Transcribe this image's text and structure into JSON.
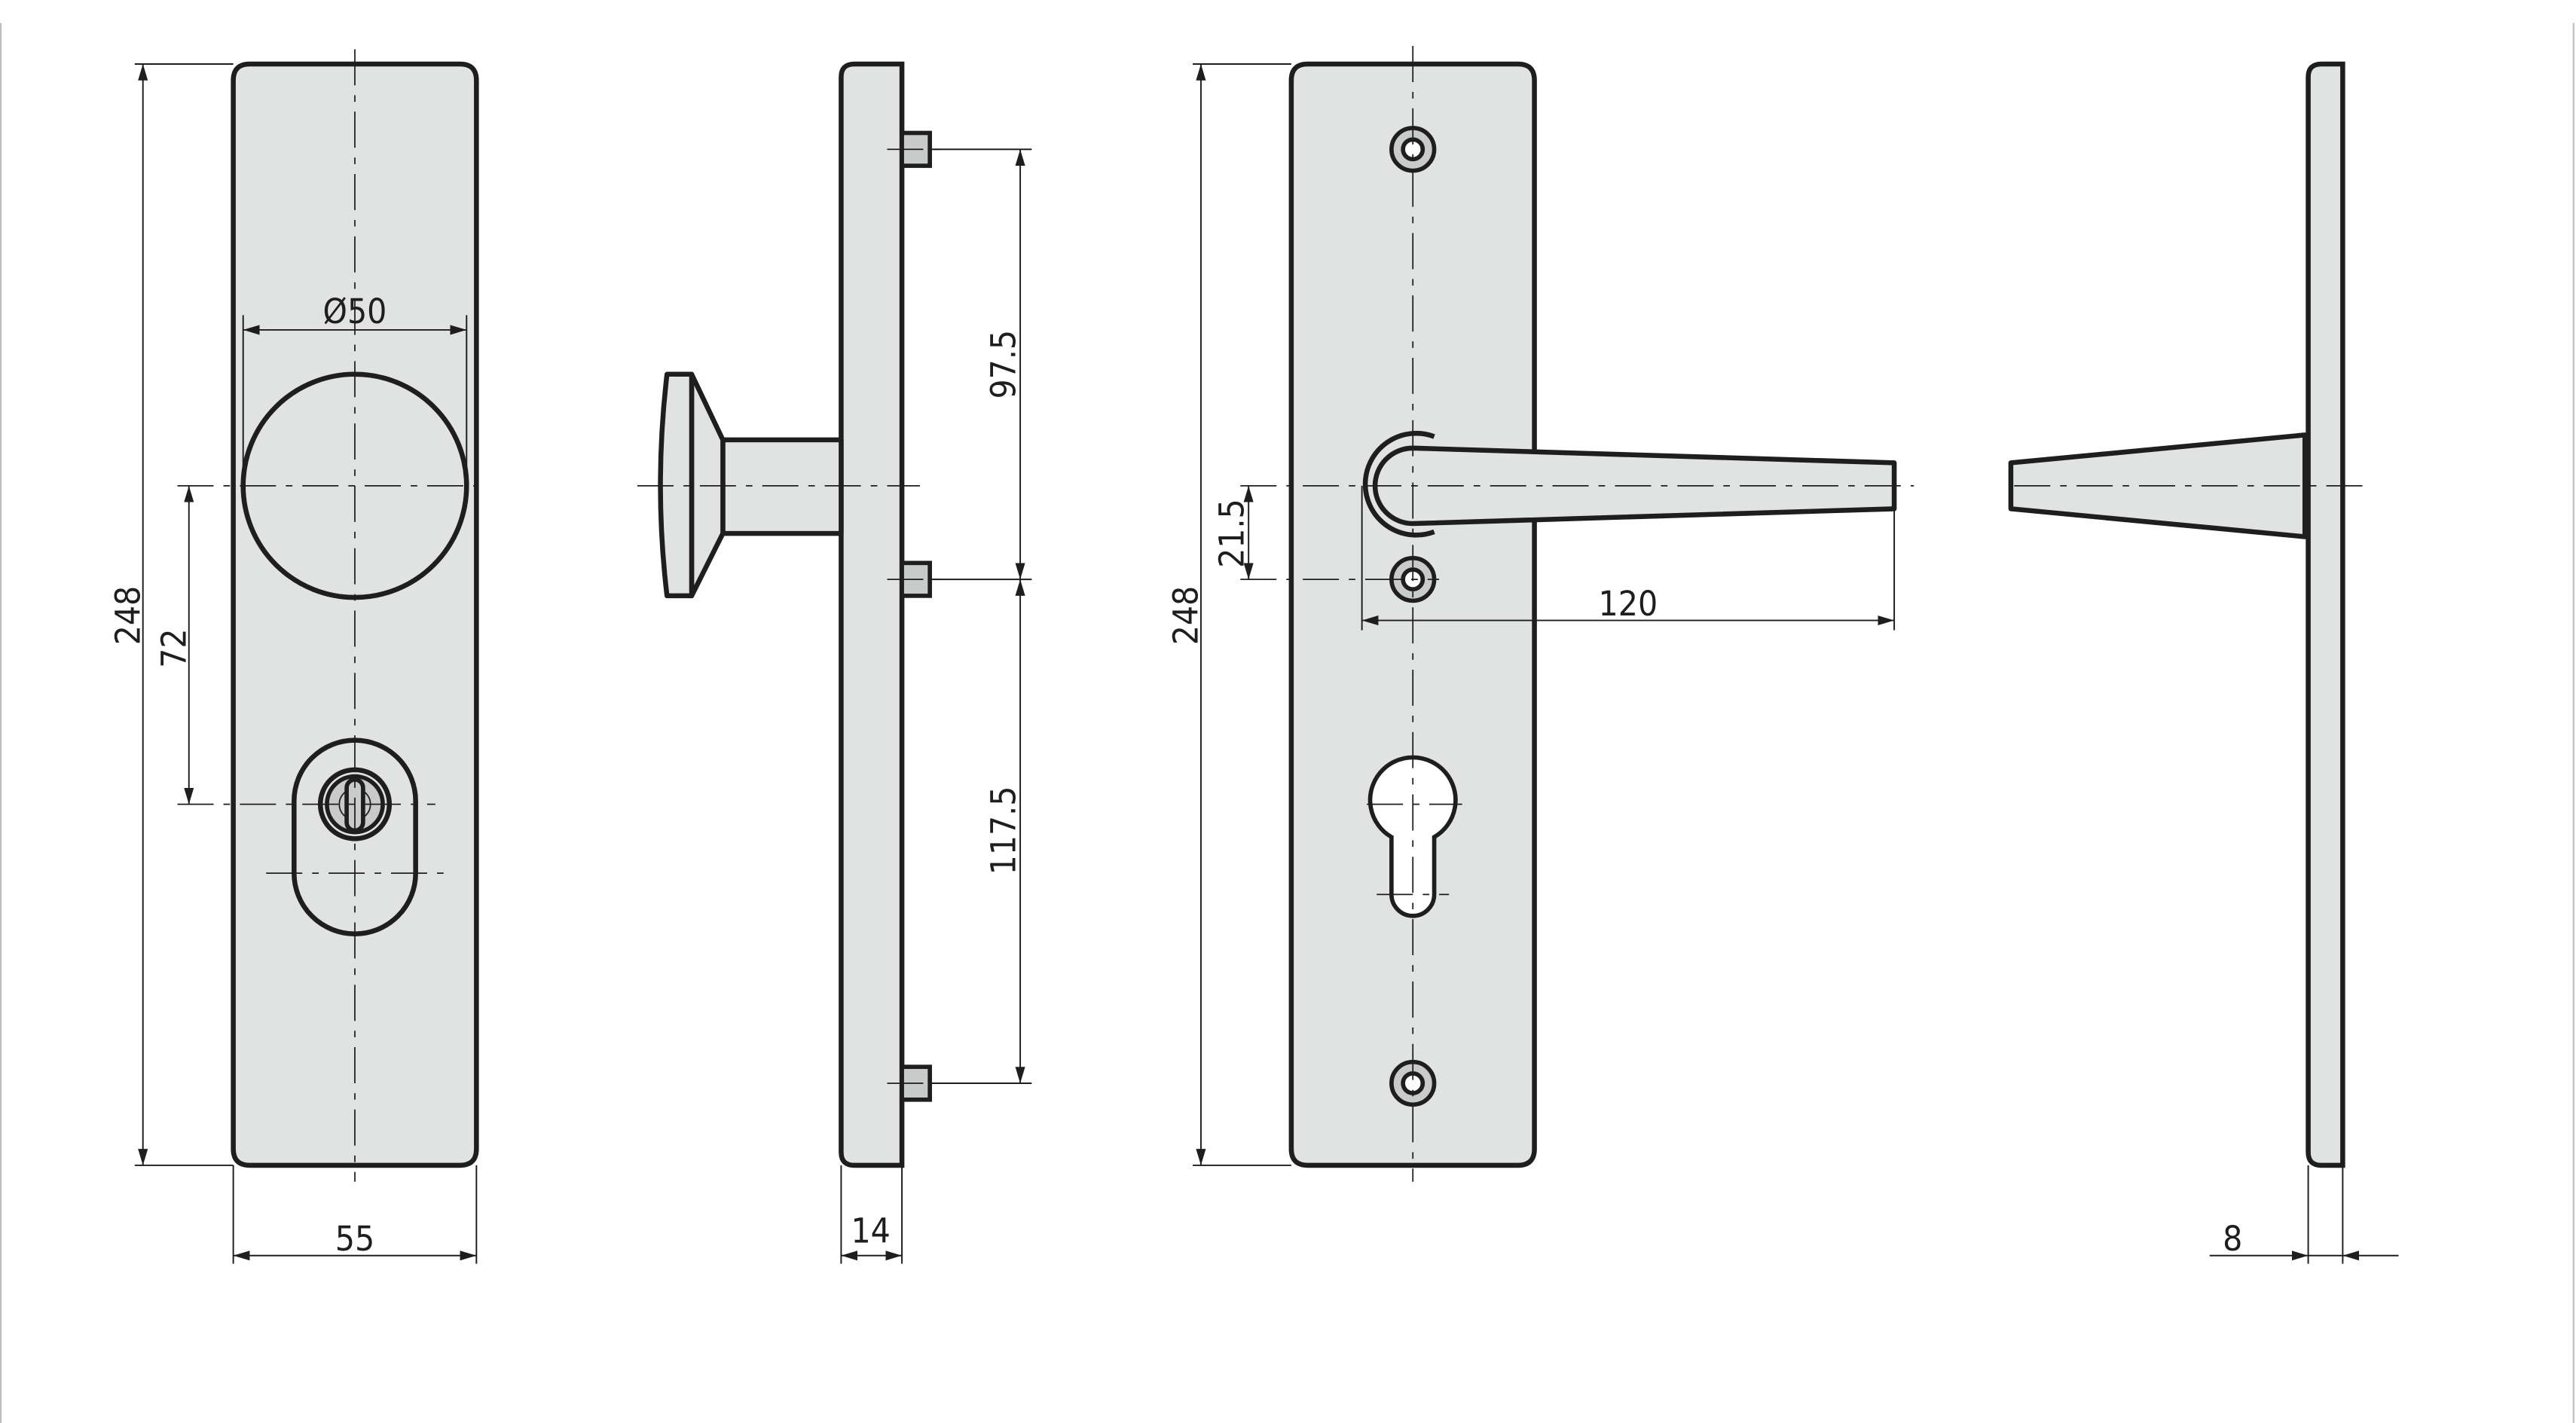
{
  "drawing": {
    "type": "technical drawing",
    "subject": "door security handle set: knob plate and lever plate",
    "fill_color": "#e1e2e2",
    "line_color": "#1e1e1e",
    "views": [
      {
        "name": "knob-plate-front",
        "description": "front view of plate with knob and cylinder escutcheon"
      },
      {
        "name": "knob-plate-side",
        "description": "side view with knob and mounting studs"
      },
      {
        "name": "lever-plate-front",
        "description": "front view of plate with lever handle, screw holes and profile cylinder cutout"
      },
      {
        "name": "lever-plate-side",
        "description": "side view with lever"
      }
    ]
  },
  "dimensions": {
    "knob_plate_height": "248",
    "knob_plate_width": "55",
    "knob_diameter": "Ø50",
    "knob_to_cylinder": "72",
    "knob_plate_thickness": "14",
    "stud_spacing_upper": "97.5",
    "stud_spacing_lower": "117.5",
    "lever_plate_height": "248",
    "lever_offset": "21.5",
    "lever_length": "120",
    "lever_plate_thickness": "8"
  }
}
